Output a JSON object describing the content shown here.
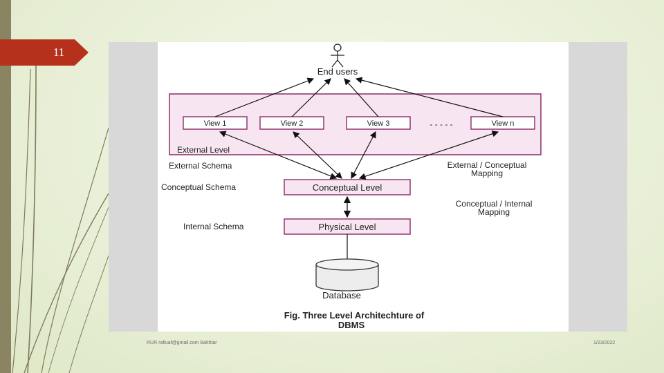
{
  "slide": {
    "number": "11",
    "footer_left": "RUR rafiuaf@gmail.com Bakhtar",
    "footer_right": "1/23/2022",
    "accent_color": "#b5311c",
    "sidebar_color": "#8a8463"
  },
  "diagram": {
    "end_users": "End users",
    "views": [
      "View 1",
      "View 2",
      "View 3",
      "View n"
    ],
    "dashes": "- - - - -",
    "external_level": "External Level",
    "external_schema": "External Schema",
    "ext_conc_mapping": [
      "External / Conceptual",
      "Mapping"
    ],
    "conceptual_schema": "Conceptual Schema",
    "conceptual_level": "Conceptual Level",
    "conc_int_mapping": [
      "Conceptual / Internal",
      "Mapping"
    ],
    "internal_schema": "Internal Schema",
    "physical_level": "Physical Level",
    "database": "Database",
    "caption": [
      "Fig. Three Level Architechture of",
      "DBMS"
    ],
    "external_fill": "#f7e6f2",
    "box_stroke": "#8a2a68"
  }
}
